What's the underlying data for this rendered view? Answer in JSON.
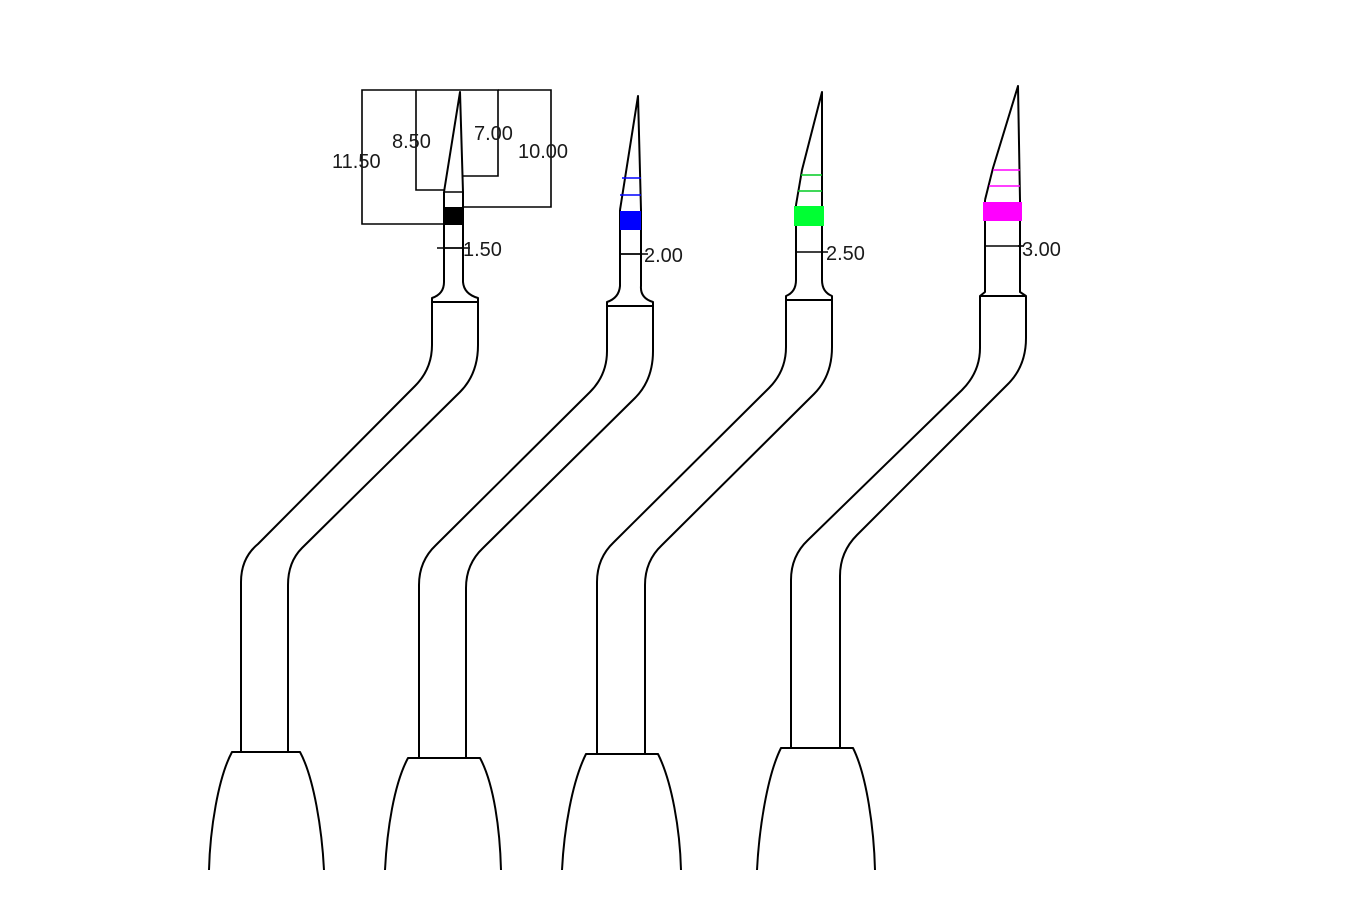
{
  "instruments": [
    {
      "id": "tip-1",
      "diameter_label": "1.50",
      "marker_color": "#000000",
      "depth_labels": [
        "11.50",
        "8.50",
        "7.00",
        "10.00"
      ]
    },
    {
      "id": "tip-2",
      "diameter_label": "2.00",
      "marker_color": "#0000ff"
    },
    {
      "id": "tip-3",
      "diameter_label": "2.50",
      "marker_color": "#00ff33"
    },
    {
      "id": "tip-4",
      "diameter_label": "3.00",
      "marker_color": "#ff00ff"
    }
  ]
}
